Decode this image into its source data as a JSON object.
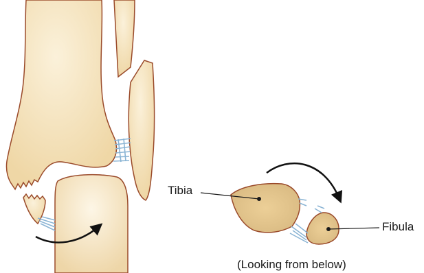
{
  "labels": {
    "tibia": "Tibia",
    "fibula": "Fibula",
    "caption": "(Looking from below)"
  },
  "colors": {
    "bone_fill": "#f2dfb2",
    "bone_light": "#fbf1da",
    "bone_outline": "#9a4a2a",
    "ligament": "#8ab4d4",
    "cross_section_fill": "#e3c995",
    "arrow": "#111111"
  }
}
